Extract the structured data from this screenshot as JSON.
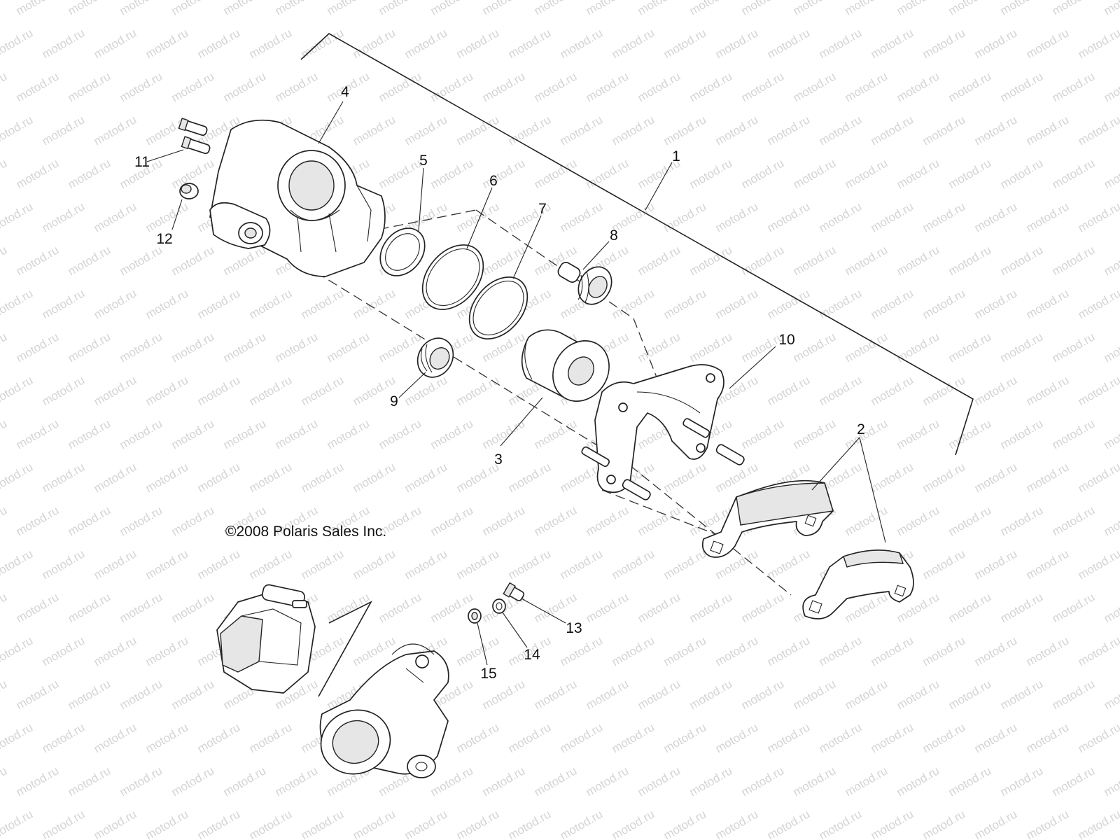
{
  "watermark": {
    "text": "motod.ru"
  },
  "copyright": "©2008 Polaris Sales Inc.",
  "callouts": [
    {
      "id": "1",
      "label": "1"
    },
    {
      "id": "2",
      "label": "2"
    },
    {
      "id": "3",
      "label": "3"
    },
    {
      "id": "4",
      "label": "4"
    },
    {
      "id": "5",
      "label": "5"
    },
    {
      "id": "6",
      "label": "6"
    },
    {
      "id": "7",
      "label": "7"
    },
    {
      "id": "8",
      "label": "8"
    },
    {
      "id": "9",
      "label": "9"
    },
    {
      "id": "10",
      "label": "10"
    },
    {
      "id": "11",
      "label": "11"
    },
    {
      "id": "12",
      "label": "12"
    },
    {
      "id": "13",
      "label": "13"
    },
    {
      "id": "14",
      "label": "14"
    },
    {
      "id": "15",
      "label": "15"
    }
  ]
}
